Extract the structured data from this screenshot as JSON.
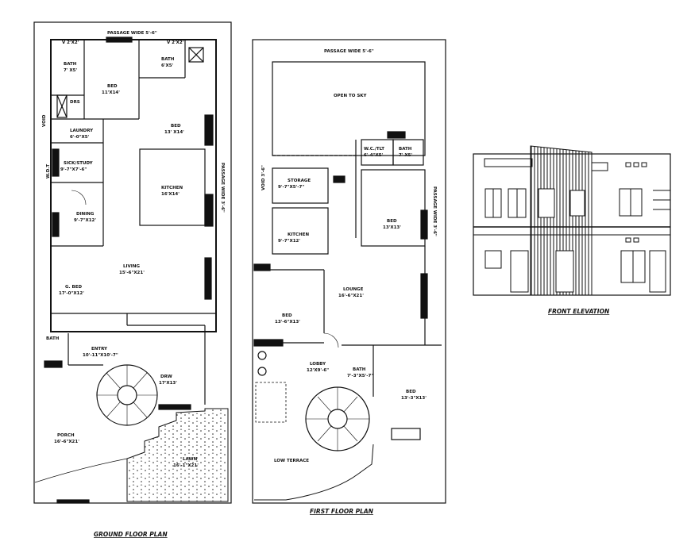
{
  "ground_floor": {
    "title": "GROUND FLOOR PLAN",
    "passage_top": "PASSAGE WIDE 5'-6\"",
    "passage_right": "PASSAGE WIDE 3'-6\"",
    "void_left": "VOID",
    "ventilator_1": "V 2'X2'",
    "ventilator_2": "V 2'X2'",
    "dim_top": "5'-6\"",
    "bath_1": "BATH",
    "bath_1_size": "7' X5'",
    "bath_2": "BATH",
    "bath_2_size": "6'X5'",
    "dress": "DRS",
    "bed_1": "BED",
    "bed_1_size": "11'X14'",
    "bed_2": "BED",
    "bed_2_size": "13' X14'",
    "laundry": "LAUNDRY",
    "laundry_size": "6'-0\"X5'",
    "sick_study": "SICK/STUDY",
    "sick_study_size": "9'-7\"X7'-6\"",
    "wdt": "W.D.T",
    "kitchen": "KITCHEN",
    "kitchen_size": "16'X14'",
    "dining": "DINING",
    "dining_size": "9'-7\"X12'",
    "living": "LIVING",
    "living_size": "15'-6\"X21'",
    "guest_bed": "G. BED",
    "guest_bed_size": "17'-0\"X12'",
    "bath_3": "BATH",
    "entry": "ENTRY",
    "entry_size": "10'-11\"X10'-7\"",
    "drw": "DRW",
    "drw_size": "17'X13'",
    "porch": "PORCH",
    "porch_size": "16'-6\"X21'",
    "lawn": "LAWN",
    "lawn_size": "16'-1\"X21'"
  },
  "first_floor": {
    "title": "FIRST FLOOR PLAN",
    "passage_top": "PASSAGE WIDE 5'-6\"",
    "passage_right": "PASSAGE WIDE 3'-6\"",
    "void_left": "VOID 3'-6\"",
    "void_top": "OPEN TO SKY",
    "toilet": "W.C./TLT",
    "toilet_size": "6'-4\"X5'",
    "bath_1": "BATH",
    "bath_1_size": "7' X5'",
    "storage": "STORAGE",
    "storage_size": "9'-7\"X5'-7\"",
    "bed_1": "BED",
    "bed_1_size": "13'X13'",
    "kitchen": "KITCHEN",
    "kitchen_size": "9'-7\"X12'",
    "lounge": "LOUNGE",
    "lounge_size": "16'-6\"X21'",
    "bed_2": "BED",
    "bed_2_size": "13'-6\"X13'",
    "lobby": "LOBBY",
    "lobby_size": "12'X9'-6\"",
    "bath_2": "BATH",
    "bath_2_size": "7'-3\"X5'-7\"",
    "bed_3": "BED",
    "bed_3_size": "13'-3\"X13'",
    "terrace": "LOW TERRACE"
  },
  "elevation": {
    "title": "FRONT ELEVATION"
  }
}
